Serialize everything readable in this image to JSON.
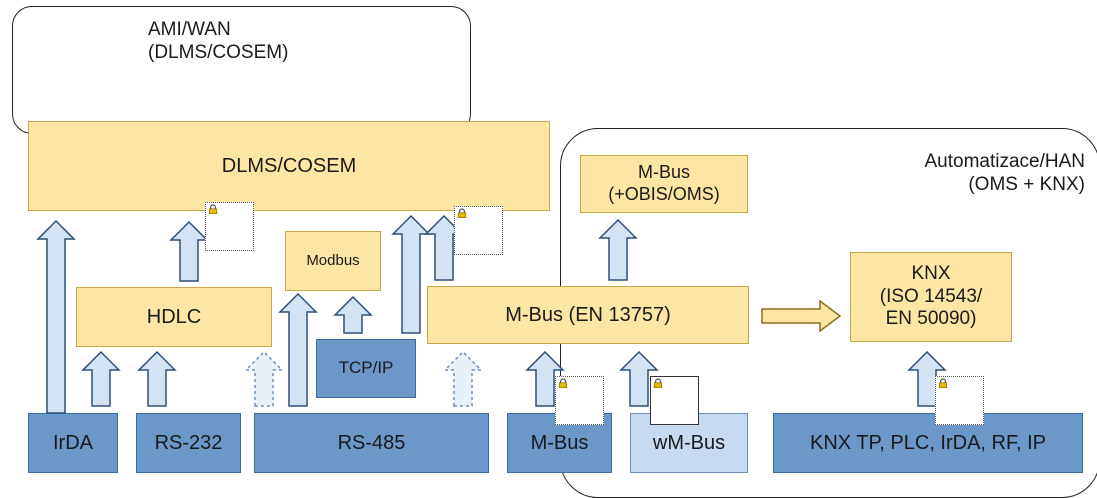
{
  "regions": {
    "ami_wan": {
      "line1": "AMI/WAN",
      "line2": "(DLMS/COSEM)"
    },
    "han": {
      "line1": "Automatizace/HAN",
      "line2": "(OMS + KNX)"
    }
  },
  "boxes": {
    "dlms_cosem": "DLMS/COSEM",
    "hdlc": "HDLC",
    "modbus": "Modbus",
    "tcp_ip": "TCP/IP",
    "mbus_obis_line1": "M-Bus",
    "mbus_obis_line2": "(+OBIS/OMS)",
    "mbus_en": "M-Bus (EN 13757)",
    "knx_line1": "KNX",
    "knx_line2": "(ISO 14543/",
    "knx_line3": "EN 50090)"
  },
  "interfaces": {
    "irda": "IrDA",
    "rs232": "RS-232",
    "rs485": "RS-485",
    "mbus": "M-Bus",
    "wmbus": "wM-Bus",
    "knx_media": "KNX TP, PLC, IrDA, RF, IP"
  },
  "colors": {
    "yellow": "#fde5a3",
    "blue": "#6c97c9",
    "light_blue": "#c7daf0",
    "arrow_fill": "#d4e3f4",
    "arrow_stroke": "#2e4f78",
    "lock": "#e6b800"
  }
}
